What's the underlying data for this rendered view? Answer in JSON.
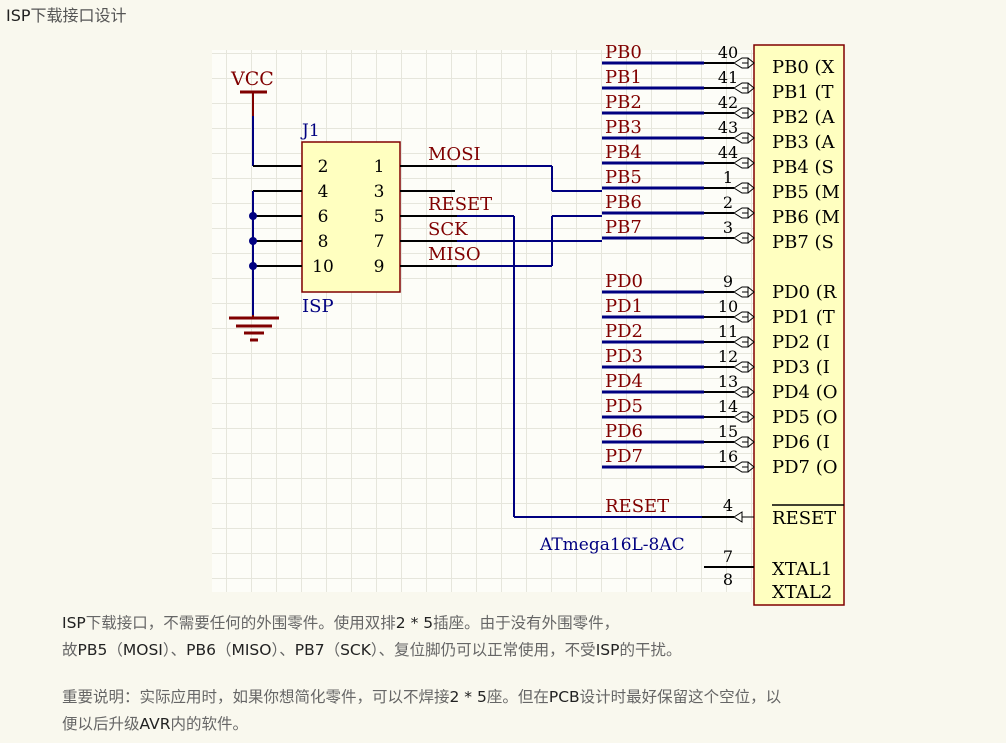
{
  "heading": {
    "prefix": "ISP",
    "text": "下载接口设计"
  },
  "schematic": {
    "power": {
      "label": "VCC"
    },
    "connector": {
      "ref": "J1",
      "value": "ISP",
      "left_pins": [
        "2",
        "4",
        "6",
        "8",
        "10"
      ],
      "right_pins": [
        "1",
        "3",
        "5",
        "7",
        "9"
      ],
      "signals": [
        "MOSI",
        "",
        "RESET",
        "SCK",
        "MISO"
      ]
    },
    "mcu": {
      "part": "ATmega16L-8AC",
      "portb": [
        {
          "net": "PB0",
          "pin": "40",
          "label": "PB0 (X"
        },
        {
          "net": "PB1",
          "pin": "41",
          "label": "PB1 (T"
        },
        {
          "net": "PB2",
          "pin": "42",
          "label": "PB2 (A"
        },
        {
          "net": "PB3",
          "pin": "43",
          "label": "PB3 (A"
        },
        {
          "net": "PB4",
          "pin": "44",
          "label": "PB4 (S"
        },
        {
          "net": "PB5",
          "pin": "1",
          "label": "PB5 (M"
        },
        {
          "net": "PB6",
          "pin": "2",
          "label": "PB6 (M"
        },
        {
          "net": "PB7",
          "pin": "3",
          "label": "PB7 (S"
        }
      ],
      "portd": [
        {
          "net": "PD0",
          "pin": "9",
          "label": "PD0 (R"
        },
        {
          "net": "PD1",
          "pin": "10",
          "label": "PD1 (T"
        },
        {
          "net": "PD2",
          "pin": "11",
          "label": "PD2 (I"
        },
        {
          "net": "PD3",
          "pin": "12",
          "label": "PD3 (I"
        },
        {
          "net": "PD4",
          "pin": "13",
          "label": "PD4 (O"
        },
        {
          "net": "PD5",
          "pin": "14",
          "label": "PD5 (O"
        },
        {
          "net": "PD6",
          "pin": "15",
          "label": "PD6 (I"
        },
        {
          "net": "PD7",
          "pin": "16",
          "label": "PD7 (O"
        }
      ],
      "reset": {
        "net": "RESET",
        "pin": "4",
        "label": "RESET"
      },
      "xtal": [
        {
          "pin": "7",
          "label": "XTAL1"
        },
        {
          "pin": "8",
          "label": "XTAL2"
        }
      ]
    },
    "colors": {
      "wire": "#000080",
      "pin": "#000000",
      "net_label": "#800000",
      "ref_text": "#000080",
      "body_fill": "#ffffc0",
      "body_stroke": "#800000"
    }
  },
  "paragraphs": {
    "p1_line1": [
      {
        "t": "ISP",
        "latin": true
      },
      {
        "t": "下载接口，不需要任何的外围零件。使用双排"
      },
      {
        "t": "2 * 5",
        "latin": true
      },
      {
        "t": "插座。由于没有外围零件，"
      }
    ],
    "p1_line2": [
      {
        "t": "故"
      },
      {
        "t": "PB5",
        "latin": true
      },
      {
        "t": "（"
      },
      {
        "t": "MOSI",
        "latin": true
      },
      {
        "t": "）、"
      },
      {
        "t": "PB6",
        "latin": true
      },
      {
        "t": "（"
      },
      {
        "t": "MISO",
        "latin": true
      },
      {
        "t": "）、"
      },
      {
        "t": "PB7",
        "latin": true
      },
      {
        "t": "（"
      },
      {
        "t": "SCK",
        "latin": true
      },
      {
        "t": "）、复位脚仍可以正常使用，不受"
      },
      {
        "t": "ISP",
        "latin": true
      },
      {
        "t": "的干扰。"
      }
    ],
    "p2_line1": [
      {
        "t": "重要说明：实际应用时，如果你想简化零件，可以不焊接"
      },
      {
        "t": "2 * 5",
        "latin": true
      },
      {
        "t": "座。但在"
      },
      {
        "t": "PCB",
        "latin": true
      },
      {
        "t": "设计时最好保留这个空位，以"
      }
    ],
    "p2_line2": [
      {
        "t": "便以后升级"
      },
      {
        "t": "AVR",
        "latin": true
      },
      {
        "t": "内的软件。"
      }
    ]
  }
}
